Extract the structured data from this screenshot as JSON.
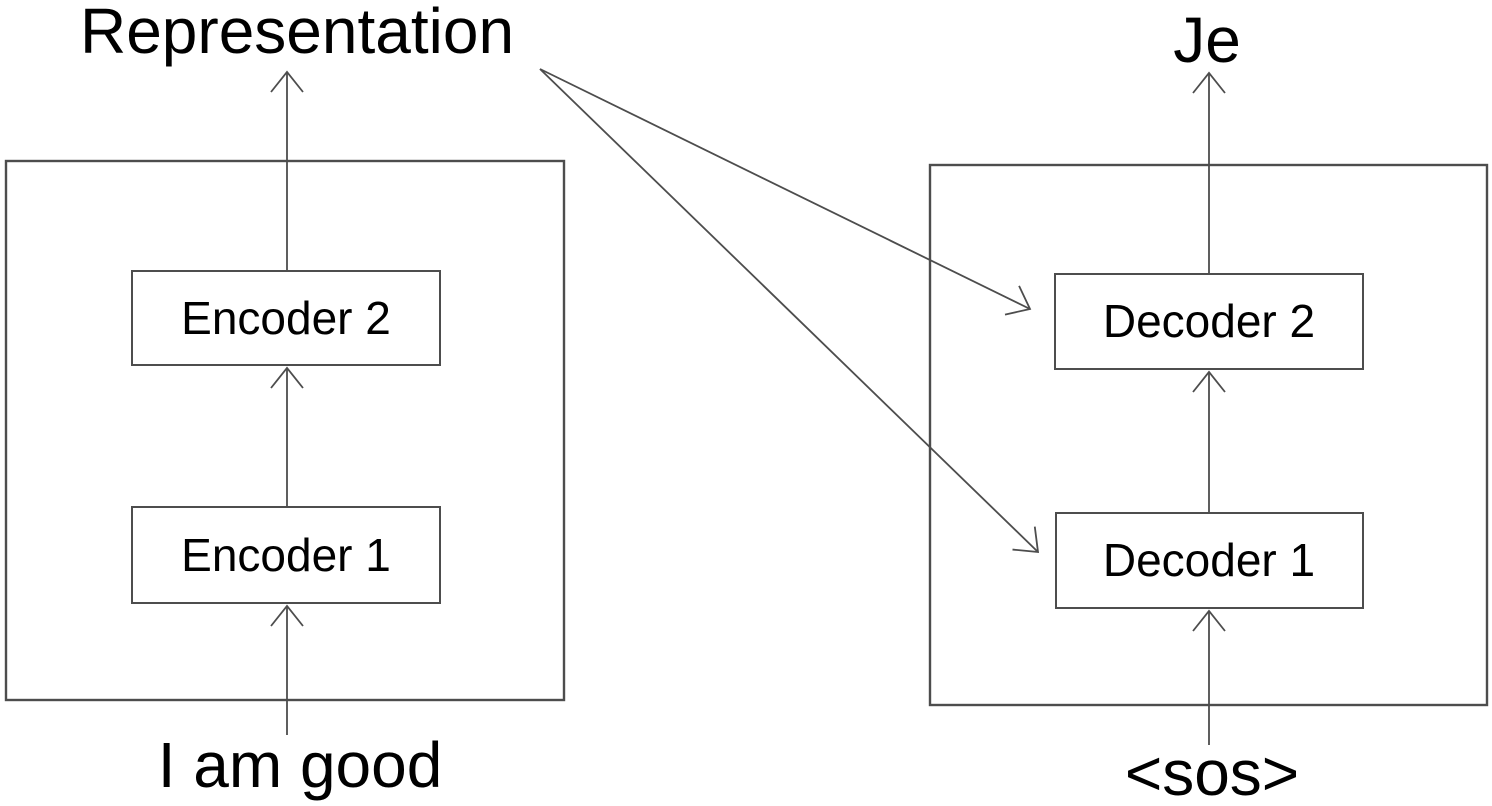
{
  "diagram": {
    "output_left": "Representation",
    "output_right": "Je",
    "input_left": "I am good",
    "input_right": "<sos>",
    "encoder": {
      "layers": [
        "Encoder 1",
        "Encoder 2"
      ]
    },
    "decoder": {
      "layers": [
        "Decoder 1",
        "Decoder 2"
      ]
    },
    "colors": {
      "stroke": "#4d4d4d",
      "text": "#000000",
      "background": "#ffffff"
    }
  }
}
